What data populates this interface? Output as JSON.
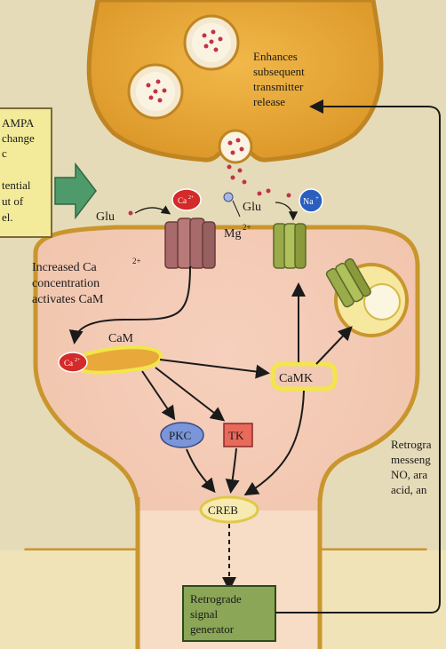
{
  "presynaptic": {
    "label_line1": "Enhances",
    "label_line2": "subsequent",
    "label_line3": "transmitter",
    "label_line4": "release"
  },
  "left_box": {
    "line1": "AMPA",
    "line2": "change",
    "line3": "c",
    "line4": "tential",
    "line5": "ut of",
    "line6": "el."
  },
  "ions": {
    "ca": "Ca",
    "ca_sup": "2+",
    "na": "Na",
    "na_sup": "+",
    "mg": "Mg",
    "mg_sup": "2+",
    "glu_left": "Glu",
    "glu_right": "Glu"
  },
  "postsynaptic": {
    "increased_line1": "Increased Ca",
    "increased_sup": "2+",
    "increased_line2": "concentration",
    "increased_line3": "activates CaM",
    "cam": "CaM",
    "camk": "CaMK",
    "pkc": "PKC",
    "tk": "TK",
    "creb": "CREB"
  },
  "retrograde_generator": {
    "line1": "Retrograde",
    "line2": "signal",
    "line3": "generator"
  },
  "right_text": {
    "line1": "Retrogra",
    "line2": "messeng",
    "line3": "NO, ara",
    "line4": "acid, an"
  },
  "colors": {
    "background": "#e6dbb8",
    "presynaptic_fill": "#e8a93a",
    "postsynaptic_fill": "#f2c9b4",
    "membrane": "#c9962e",
    "ca_red": "#d42a2a",
    "na_blue": "#2a5fbf",
    "camk_yellow": "#f2e64a",
    "box_green": "#7a9a4a",
    "left_box_fill": "#f3eb9a"
  }
}
